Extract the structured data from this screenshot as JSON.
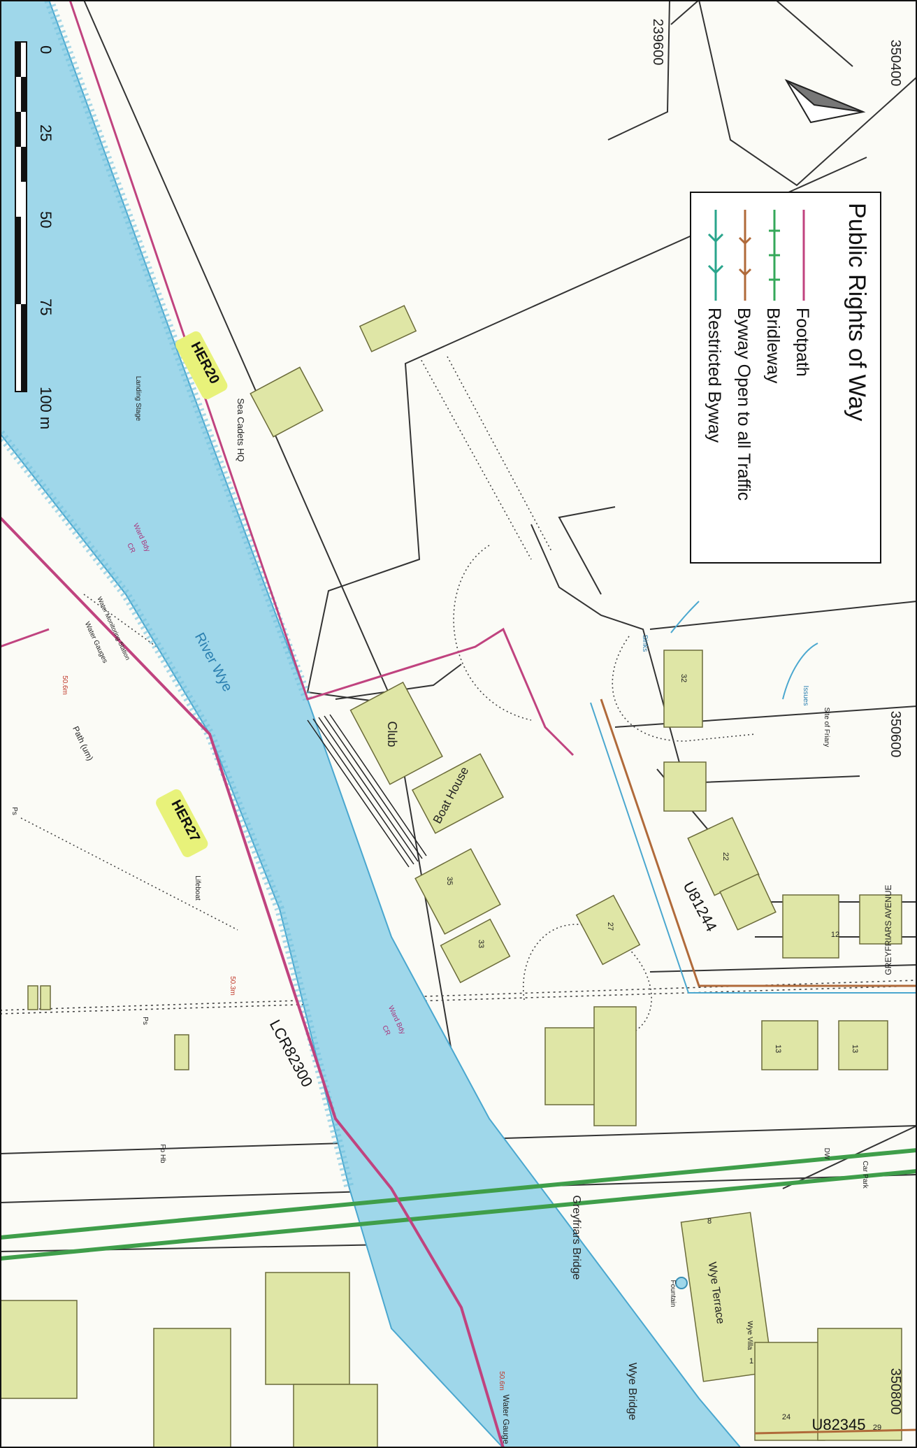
{
  "colors": {
    "river": "#9fd7ea",
    "river_edge": "#4aa7cf",
    "building": "#dfe6a6",
    "building_edge": "#6b6b3a",
    "footpath": "#c0437f",
    "bridleway": "#35a85a",
    "byway": "#b06a3a",
    "restricted_byway": "#2aa58c",
    "road_green": "#3f9e4a",
    "highlight": "#e8f27a"
  },
  "legend": {
    "title": "Public Rights of Way",
    "items": [
      {
        "label": "Footpath",
        "key": "footpath"
      },
      {
        "label": "Bridleway",
        "key": "bridleway"
      },
      {
        "label": "Byway Open to all Traffic",
        "key": "byway"
      },
      {
        "label": "Restricted Byway",
        "key": "restricted_byway"
      }
    ]
  },
  "scale_bar": {
    "ticks": [
      "0",
      "25",
      "50",
      "75",
      "100 m"
    ]
  },
  "grid_labels": {
    "northing": "239600",
    "easting_1": "350400",
    "easting_2": "350600",
    "easting_3": "350800"
  },
  "route_labels": {
    "her20": "HER20",
    "her27": "HER27",
    "lcr": "LCR82300",
    "u81244": "U81244",
    "u82345": "U82345"
  },
  "place_labels": {
    "river": "River Wye",
    "club": "Club",
    "boathouse": "Boat House",
    "sea_cadets": "Sea Cadets HQ",
    "landing_stage": "Landing Stage",
    "greyfriars_bridge": "Greyfriars Bridge",
    "wye_bridge": "Wye Bridge",
    "greyfriars_avenue": "GREYFRIARS AVENUE",
    "wye_terrace": "Wye Terrace",
    "fountain": "Fountain",
    "car_park": "Car Park",
    "water_gauges": "Water Gauges",
    "water_gauge_2": "Water Gauge",
    "monitoring": "Water Monitoring Station",
    "path_um": "Path (um)",
    "lifeboat": "Lifeboat",
    "site_friary": "Site of Friary",
    "sinks": "Sinks",
    "issues": "Issues",
    "ward_bdy_1": "Ward Bdy",
    "ward_bdy_2": "Ward Bdy",
    "cr_1": "CR",
    "cr_2": "CR",
    "ps_1": "Ps",
    "ps_2": "Ps",
    "fp_hb": "Fp Hb",
    "dw": "DW",
    "wye_villa": "Wye Villa",
    "spot_1": "50.6m",
    "spot_2": "50.3m",
    "spot_3": "50.6m"
  },
  "house_numbers": {
    "h32": "32",
    "h22": "22",
    "h12": "12",
    "h35": "35",
    "h33": "33",
    "h27": "27",
    "h13a": "13",
    "h13b": "13",
    "h24": "24",
    "h29": "29",
    "h8": "8",
    "h1": "1"
  }
}
